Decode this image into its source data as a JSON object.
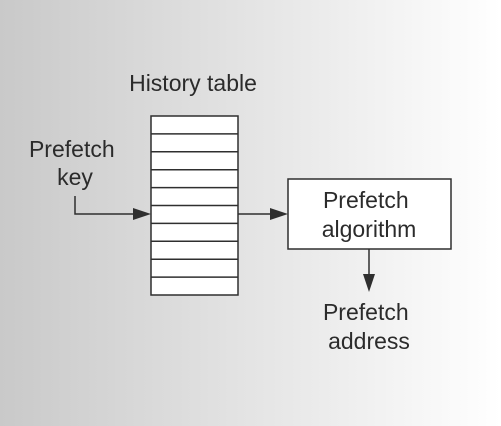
{
  "figure": {
    "background": {
      "left_color": "#c9c9c9",
      "right_color": "#ffffff"
    },
    "stroke_color": "#2f2f2f",
    "history_table": {
      "title": "History table",
      "row_count": 10
    },
    "prefetch_key": {
      "line1": "Prefetch",
      "line2": "key"
    },
    "prefetch_algorithm": {
      "line1": "Prefetch",
      "line2": "algorithm"
    },
    "prefetch_address": {
      "line1": "Prefetch",
      "line2": "address"
    }
  }
}
